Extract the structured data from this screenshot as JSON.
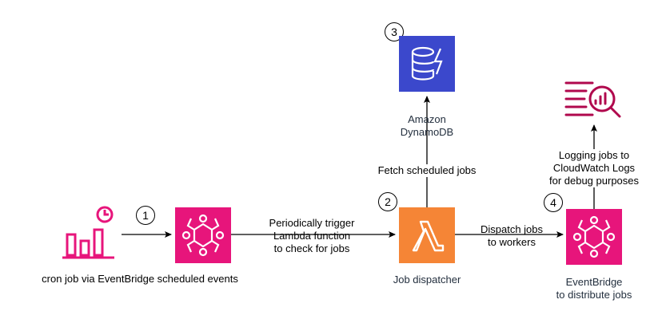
{
  "steps": [
    "1",
    "2",
    "3",
    "4"
  ],
  "nodes": {
    "cron_label": "cron job via EventBridge scheduled events",
    "dynamodb_label_line1": "Amazon",
    "dynamodb_label_line2": "DynamoDB",
    "lambda_label": "Job dispatcher",
    "eventbridge2_label_line1": "EventBridge",
    "eventbridge2_label_line2": "to distribute jobs"
  },
  "edges": {
    "trigger_line1": "Periodically trigger",
    "trigger_line2": "Lambda function",
    "trigger_line3": "to check for jobs",
    "fetch": "Fetch scheduled jobs",
    "dispatch_line1": "Dispatch jobs",
    "dispatch_line2": "to workers",
    "logging_line1": "Logging jobs to",
    "logging_line2": "CloudWatch Logs",
    "logging_line3": "for debug purposes"
  },
  "colors": {
    "eventbridge": "#E7157B",
    "lambda": "#F58536",
    "dynamodb": "#3B48CC",
    "cloudwatch": "#B0084D",
    "text_service": "#232F3E"
  }
}
